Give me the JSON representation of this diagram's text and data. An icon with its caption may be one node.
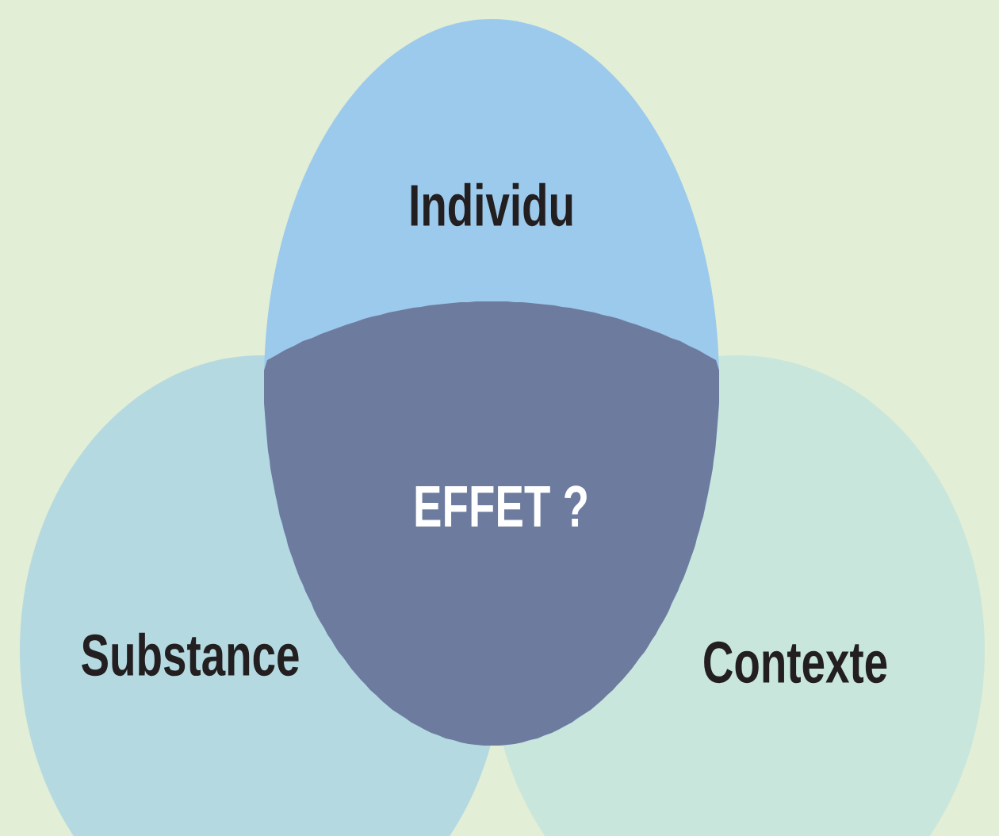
{
  "diagram": {
    "nodes": [
      {
        "text": [
          "Individu"
        ]
      },
      {
        "text": [
          "EFFET ?"
        ],
        "in": 0
      },
      {
        "text": [
          "Substance"
        ]
      },
      {
        "text": [
          "Contexte"
        ]
      }
    ]
  }
}
